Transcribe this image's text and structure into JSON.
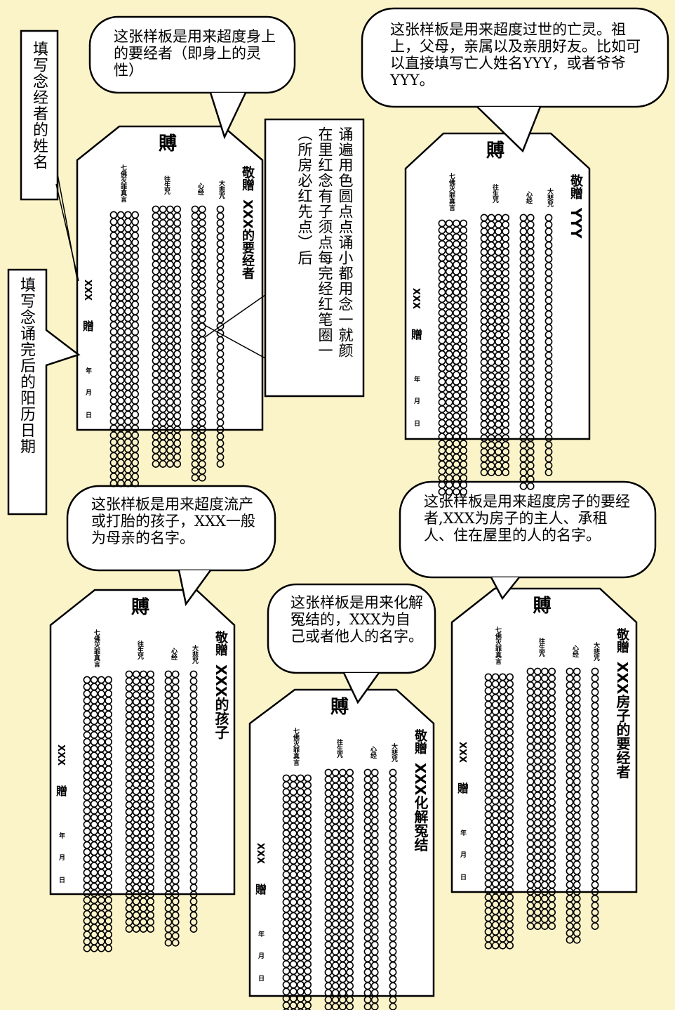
{
  "callouts": {
    "top_left": "这张样板是用来超度身上的要经者（即身上的灵性）",
    "top_right": "这张样板是用来超度过世的亡灵。祖上，父母，亲属以及亲朋好友。比如可以直接填写亡人姓名YYY，或者爷爷YYY。",
    "bottom_left": "这张样板是用来超度流产或打胎的孩子，XXX一般为母亲的名字。",
    "bottom_right": "这张样板是用来超度房子的要经者,XXX为房子的主人、承租人、住在屋里的人的名字。",
    "bottom_middle": "这张样板是用来化解冤结的，XXX为自己或者他人的名字。"
  },
  "side_labels": {
    "name": "填写念经者的姓名",
    "date": "填写念诵完后的阳历日期",
    "fill": "诵遍用色圆点点诵小都用念一就颜在里红念有子须点每完经红笔圈一（所房必红先点）后"
  },
  "card": {
    "title": "賻",
    "col_qifo": "七佛灭罪真言",
    "col_wangsheng": "往生咒",
    "col_xinjing": "心经",
    "col_dabei": "大悲咒",
    "jingzeng": "敬贈",
    "sender": "XXX",
    "sender_zeng": "贈",
    "year": "年",
    "month": "月",
    "day": "日"
  },
  "recipients": {
    "card1": "XXX的要经者",
    "card2": "YYY",
    "card3": "XXX的孩子",
    "card4": "XXX化解冤结",
    "card5": "XXX房子的要经者"
  }
}
